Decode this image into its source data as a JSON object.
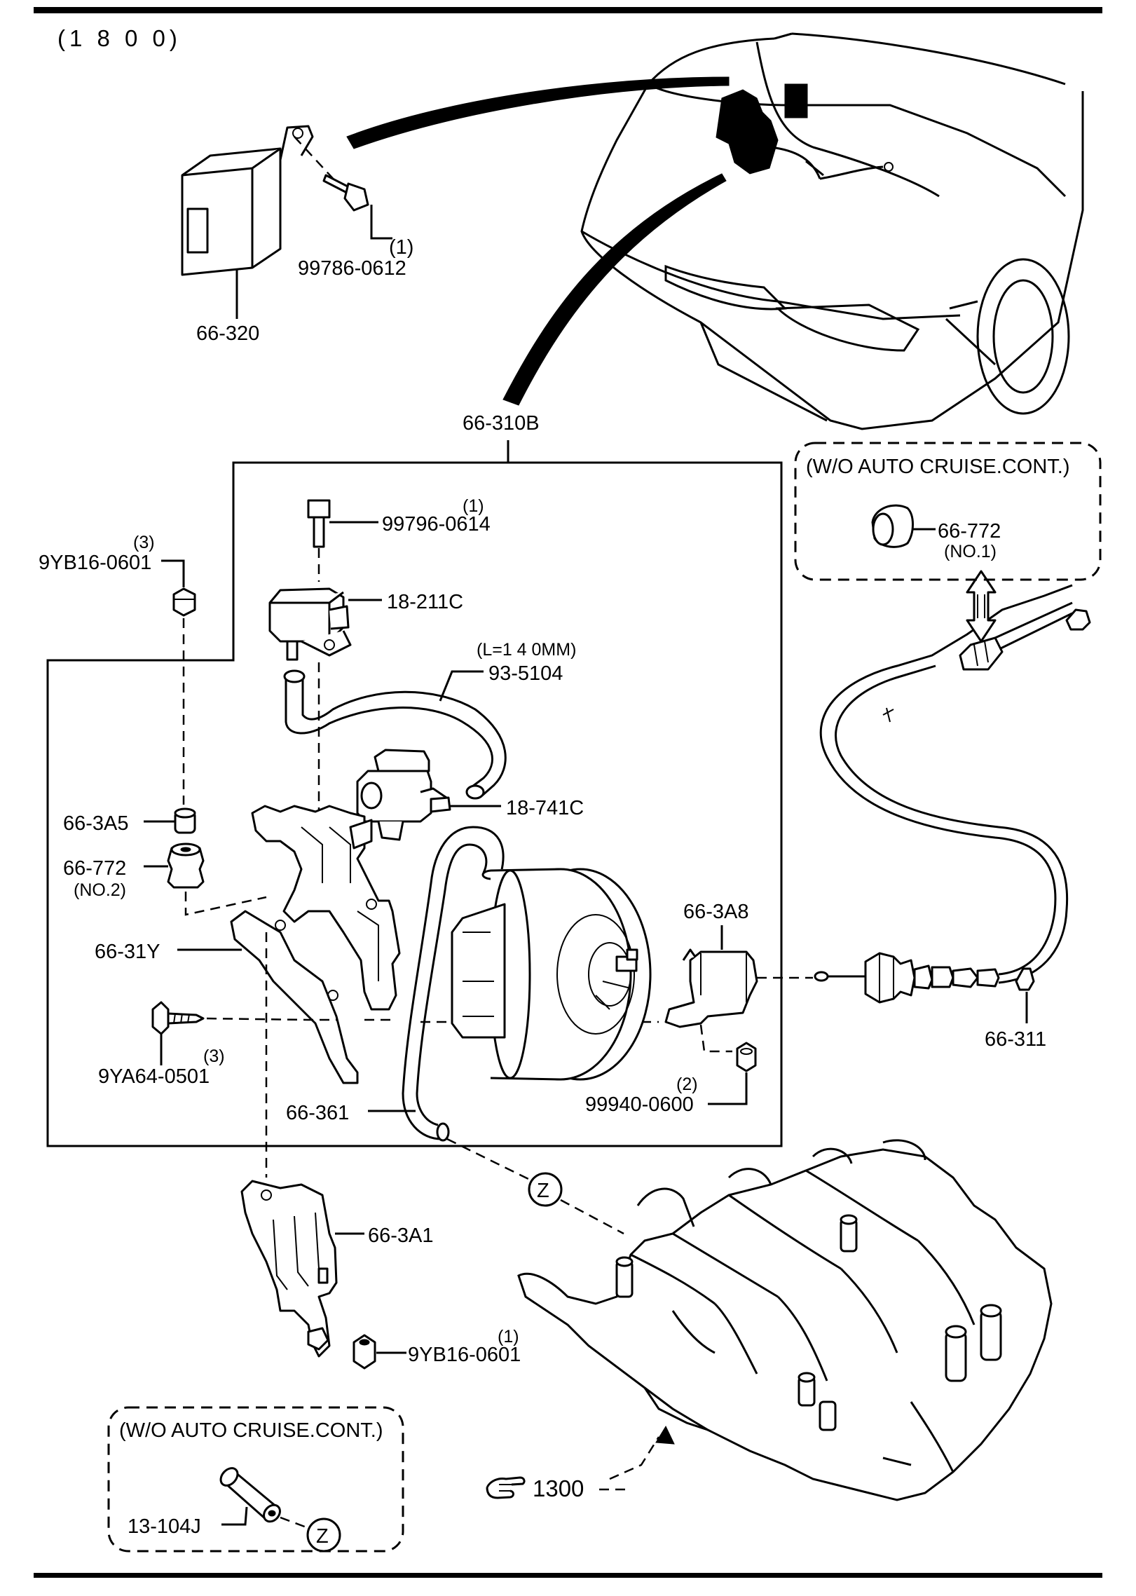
{
  "page": {
    "code": "(1 8 0 0)"
  },
  "labels": {
    "control_unit": "66-320",
    "control_unit_bolt": "99786-0612",
    "control_unit_bolt_qty": "(1)",
    "actuator_assy": "66-310B",
    "actuator_bolt": "99796-0614",
    "actuator_bolt_qty": "(1)",
    "sensor": "18-211C",
    "hose_length": "(L=1 4 0MM)",
    "hose": "93-5104",
    "solenoid": "18-741C",
    "nut_top": "9YB16-0601",
    "nut_top_qty": "(3)",
    "collar": "66-3A5",
    "grommet_no2": "66-772",
    "grommet_no2_sub": "(NO.2)",
    "bracket": "66-31Y",
    "screw": "9YA64-0501",
    "screw_qty": "(3)",
    "vacuum_hose": "66-361",
    "cable_bracket": "66-3A8",
    "nut_right": "99940-0600",
    "nut_right_qty": "(2)",
    "cable": "66-311",
    "grommet_no1": "66-772",
    "grommet_no1_sub": "(NO.1)",
    "bracket_lower": "66-3A1",
    "nut_lower": "9YB16-0601",
    "nut_lower_qty": "(1)",
    "cap": "13-104J",
    "ref_z": "Z",
    "ref_z2": "Z",
    "ref_manifold": "1300"
  },
  "boxes": {
    "upper_note": "(W/O AUTO CRUISE.CONT.)",
    "lower_note": "(W/O AUTO CRUISE.CONT.)"
  },
  "icons": [
    "pointing-hand-icon",
    "double-arrow-icon"
  ]
}
